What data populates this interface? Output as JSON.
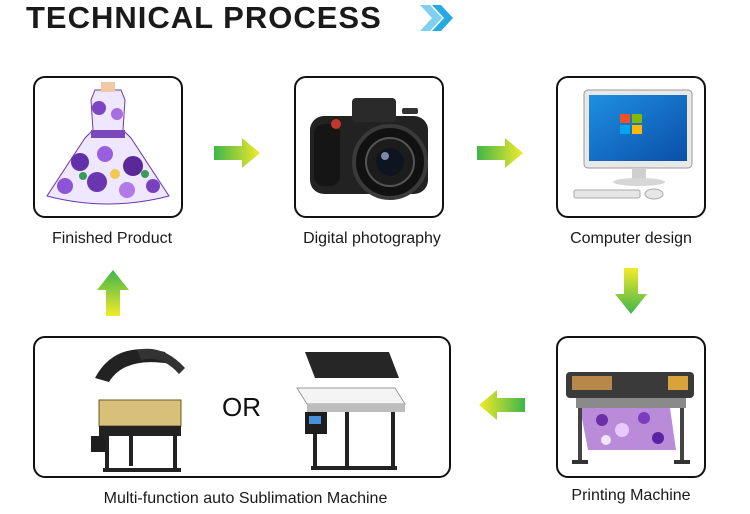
{
  "title": "TECHNICAL PROCESS",
  "steps": {
    "finished_product": "Finished Product",
    "digital_photography": "Digital photography",
    "computer_design": "Computer design",
    "printing_machine": "Printing Machine",
    "sublimation_machine": "Multi-function auto Sublimation Machine"
  },
  "or_label": "OR",
  "icons": {
    "title": "double-chevron-right-icon",
    "flow_arrow": "green-arrow-icon"
  },
  "colors": {
    "arrow_start": "#f3ea2a",
    "arrow_end": "#3fb54a",
    "title_chevron": "#29a9e1"
  }
}
